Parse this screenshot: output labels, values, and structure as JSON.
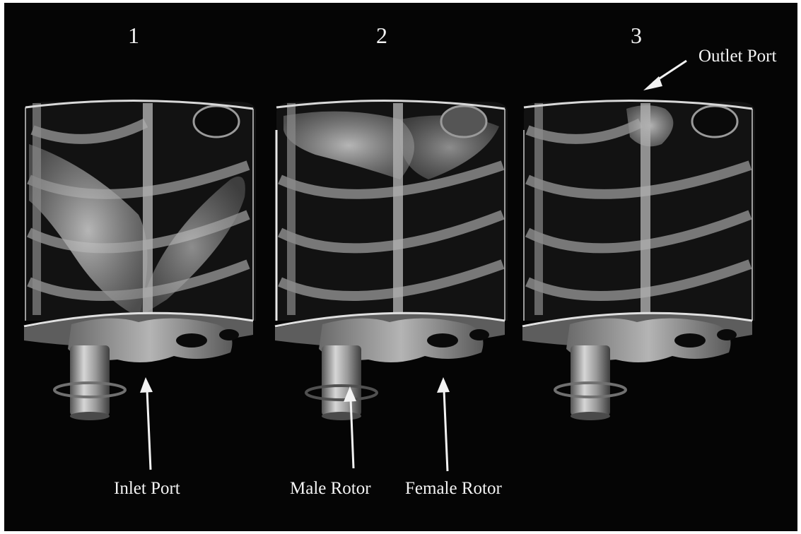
{
  "stages": [
    {
      "number": "1"
    },
    {
      "number": "2"
    },
    {
      "number": "3"
    }
  ],
  "labels": {
    "outlet_port": "Outlet Port",
    "inlet_port": "Inlet Port",
    "male_rotor": "Male Rotor",
    "female_rotor": "Female Rotor"
  },
  "colors": {
    "background": "#050505",
    "casing_outline": "#d8d8d8",
    "rotor_fill": "#8c8c8c",
    "label_text": "#f4f4f4"
  }
}
